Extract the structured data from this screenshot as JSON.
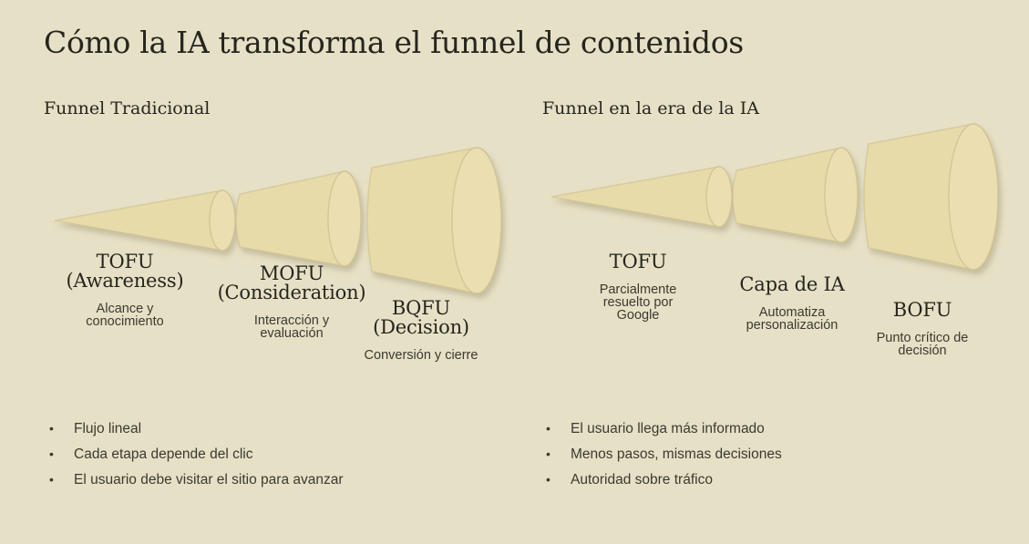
{
  "slide": {
    "title": "Cómo la IA transforma el funnel de contenidos",
    "colors": {
      "background": "#e6e0c6",
      "funnel_body": "#e8dbaa",
      "funnel_cap": "#ebdfb2",
      "funnel_outline": "#cec192",
      "text_dark": "#26251e",
      "text_body": "#3b3a31"
    }
  },
  "left_panel": {
    "heading": "Funnel Tradicional",
    "stages": [
      {
        "name": "TOFU",
        "qualifier": "(Awareness)",
        "desc": [
          "Alcance y",
          "conocimiento"
        ]
      },
      {
        "name": "MOFU",
        "qualifier": "(Consideration)",
        "desc": [
          "Interacción y",
          "evaluación"
        ]
      },
      {
        "name": "BQFU",
        "qualifier": "(Decision)",
        "desc": [
          "Conversión y cierre"
        ]
      }
    ],
    "bullets": [
      "Flujo lineal",
      "Cada etapa depende del clic",
      "El usuario debe visitar el sitio para avanzar"
    ]
  },
  "right_panel": {
    "heading": "Funnel en la era de la IA",
    "stages": [
      {
        "name": "TOFU",
        "desc": [
          "Parcialmente",
          "resuelto por",
          "Google"
        ]
      },
      {
        "name": "Capa de IA",
        "desc": [
          "Automatiza",
          "personalización"
        ]
      },
      {
        "name": "BOFU",
        "desc": [
          "Punto crítico de",
          "decisión"
        ]
      }
    ],
    "bullets": [
      "El usuario llega más informado",
      "Menos pasos, mismas decisiones",
      "Autoridad sobre tráfico"
    ]
  }
}
